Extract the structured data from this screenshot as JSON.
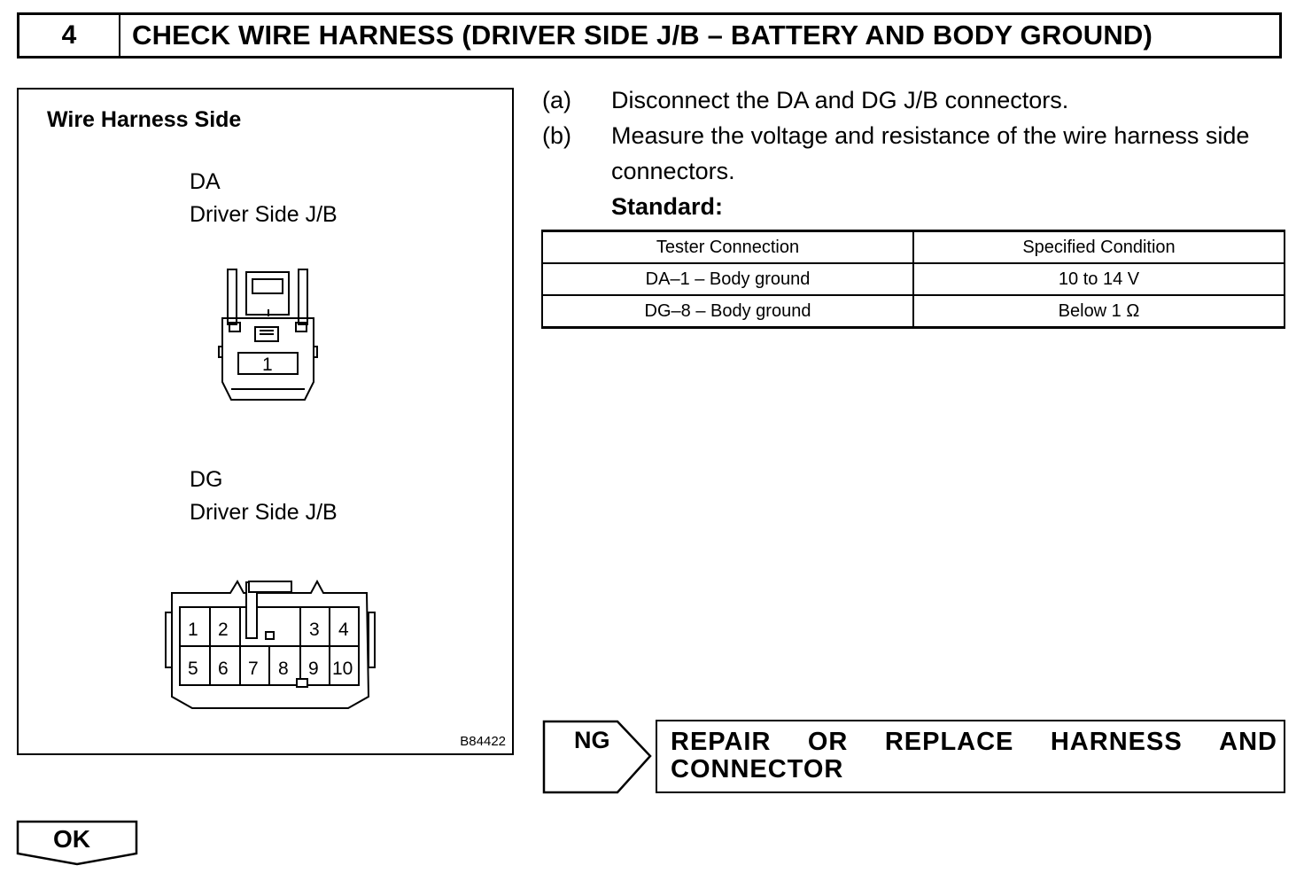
{
  "header": {
    "step_number": "4",
    "title": "CHECK WIRE HARNESS (DRIVER SIDE J/B – BATTERY AND BODY GROUND)"
  },
  "diagram": {
    "title": "Wire Harness Side",
    "connector_da": {
      "name": "DA",
      "location": "Driver Side J/B",
      "pins": [
        "1"
      ]
    },
    "connector_dg": {
      "name": "DG",
      "location": "Driver Side J/B",
      "pins": [
        "1",
        "2",
        "3",
        "4",
        "5",
        "6",
        "7",
        "8",
        "9",
        "10"
      ]
    },
    "figure_id": "B84422"
  },
  "steps": [
    {
      "letter": "(a)",
      "text": "Disconnect the DA and DG J/B connectors."
    },
    {
      "letter": "(b)",
      "text": "Measure the voltage and  resistance of the wire harness side connectors."
    }
  ],
  "standard_label": "Standard:",
  "table": {
    "headers": [
      "Tester Connection",
      "Specified Condition"
    ],
    "rows": [
      [
        "DA–1 – Body ground",
        "10 to 14 V"
      ],
      [
        "DG–8 – Body ground",
        "Below 1 Ω"
      ]
    ]
  },
  "ng": {
    "label": "NG",
    "action_words": [
      "REPAIR",
      "OR",
      "REPLACE",
      "HARNESS",
      "AND"
    ],
    "action_line2": "CONNECTOR"
  },
  "ok": {
    "label": "OK"
  }
}
